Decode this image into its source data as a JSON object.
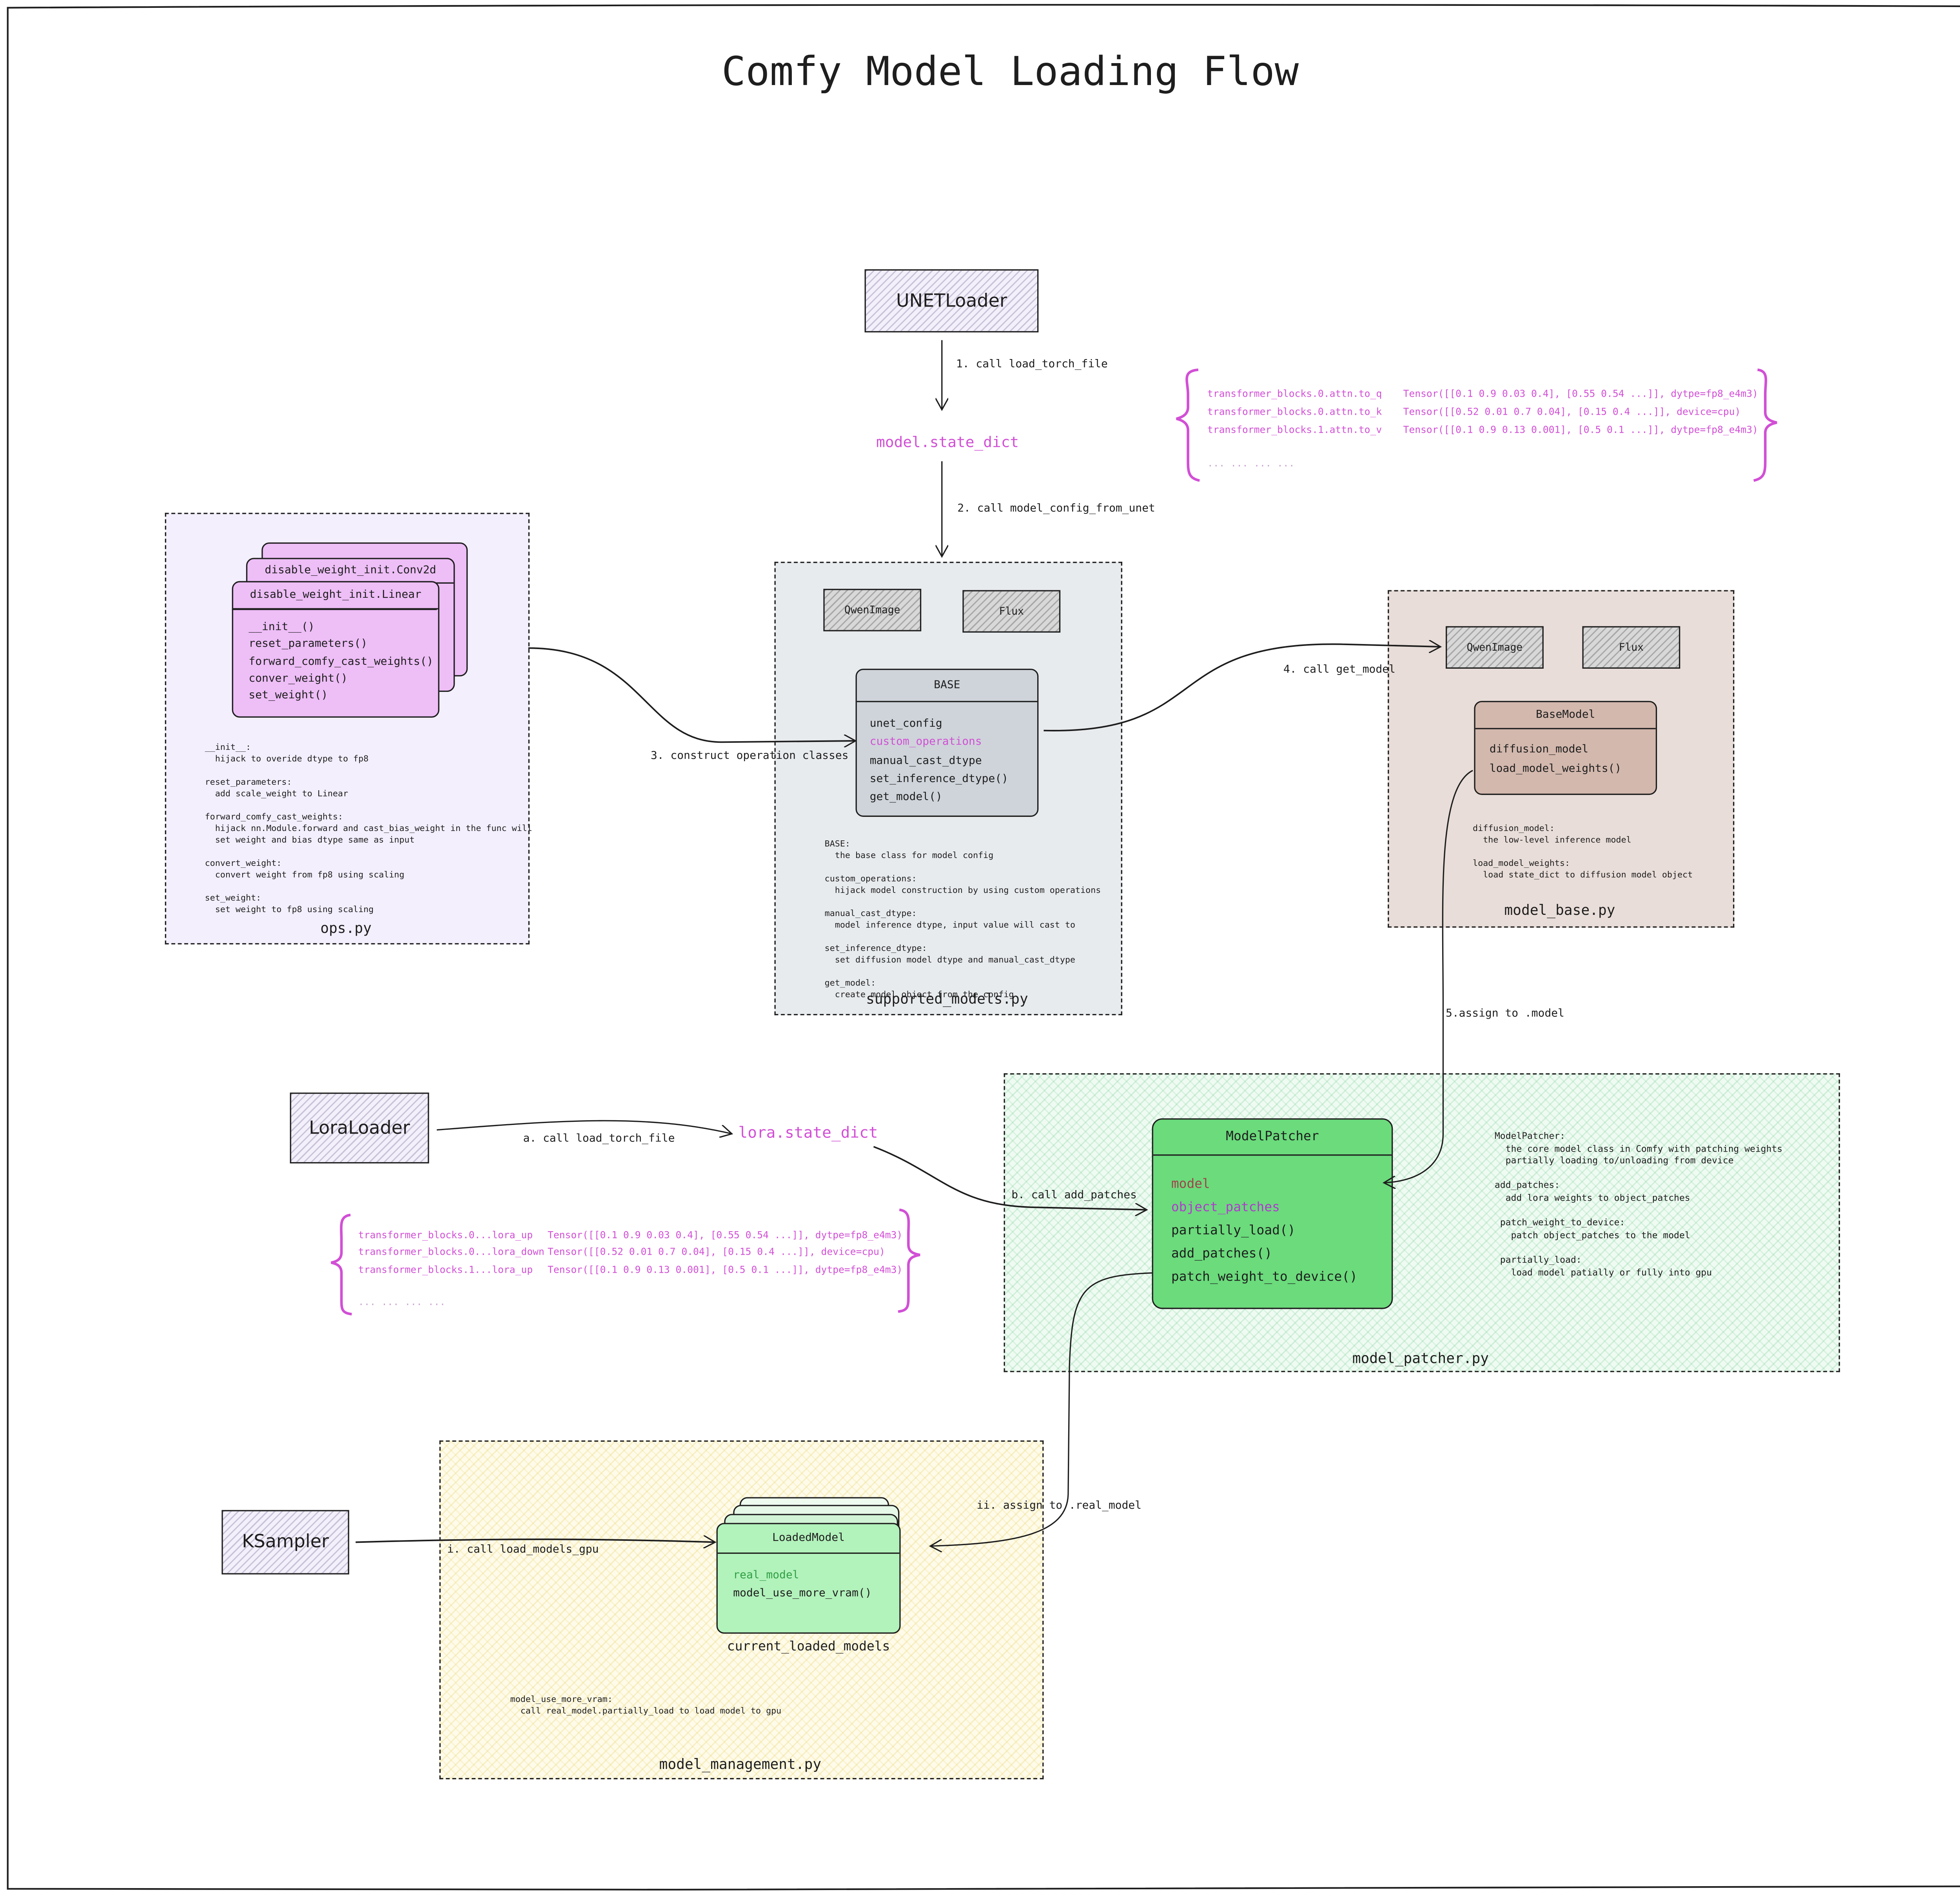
{
  "title": "Comfy Model Loading Flow",
  "loaders": {
    "unet": "UNETLoader",
    "lora": "LoraLoader",
    "ksampler": "KSampler"
  },
  "state_dicts": {
    "model": "model.state_dict",
    "lora": "lora.state_dict"
  },
  "arrows": {
    "step1": "1. call load_torch_file",
    "step2": "2. call model_config_from_unet",
    "step3": "3. construct operation classes",
    "step4": "4. call get_model",
    "step5": "5.assign to .model",
    "stepa": "a. call load_torch_file",
    "stepb": "b. call add_patches",
    "stepi": "i. call load_models_gpu",
    "stepii": "ii. assign to .real_model"
  },
  "model_state_dict_rows": [
    {
      "key": "transformer_blocks.0.attn.to_q",
      "value": "Tensor([[0.1 0.9 0.03 0.4], [0.55 0.54 ...]], dytpe=fp8_e4m3)"
    },
    {
      "key": "transformer_blocks.0.attn.to_k",
      "value": "Tensor([[0.52 0.01 0.7 0.04], [0.15 0.4 ...]], device=cpu)"
    },
    {
      "key": "transformer_blocks.1.attn.to_v",
      "value": "Tensor([[0.1 0.9 0.13 0.001], [0.5 0.1 ...]], dytpe=fp8_e4m3)"
    }
  ],
  "model_state_dict_ellipsis": "... ... ... ...",
  "lora_state_dict_rows": [
    {
      "key": "transformer_blocks.0...lora_up",
      "value": "Tensor([[0.1 0.9 0.03 0.4], [0.55 0.54 ...]], dytpe=fp8_e4m3)"
    },
    {
      "key": "transformer_blocks.0...lora_down",
      "value": "Tensor([[0.52 0.01 0.7 0.04], [0.15 0.4 ...]], device=cpu)"
    },
    {
      "key": "transformer_blocks.1...lora_up",
      "value": "Tensor([[0.1 0.9 0.13 0.001], [0.5 0.1 ...]], dytpe=fp8_e4m3)"
    }
  ],
  "lora_state_dict_ellipsis": "... ... ... ...",
  "ops": {
    "file": "ops.py",
    "card_back": "disable_weight_init.Conv2d",
    "card_front": "disable_weight_init.Linear",
    "methods": [
      "__init__()",
      "reset_parameters()",
      "forward_comfy_cast_weights()",
      "conver_weight()",
      "set_weight()"
    ],
    "notes": "__init__:\n  hijack to overide dtype to fp8\n\nreset_parameters:\n  add scale_weight to Linear\n\nforward_comfy_cast_weights:\n  hijack nn.Module.forward and cast_bias_weight in the func will\n  set weight and bias dtype same as input\n\nconvert_weight:\n  convert weight from fp8 using scaling\n\nset_weight:\n  set weight to fp8 using scaling"
  },
  "supported_models": {
    "file": "supported_models.py",
    "sub1": "QwenImage",
    "sub2": "Flux",
    "class_name": "BASE",
    "fields": [
      "unet_config",
      "custom_operations",
      "manual_cast_dtype",
      "set_inference_dtype()",
      "get_model()"
    ],
    "notes": "BASE:\n  the base class for model config\n\ncustom_operations:\n  hijack model construction by using custom operations\n\nmanual_cast_dtype:\n  model inference dtype, input value will cast to\n\nset_inference_dtype:\n  set diffusion model dtype and manual_cast_dtype\n\nget_model:\n  create model object from the config"
  },
  "model_base": {
    "file": "model_base.py",
    "sub1": "QwenImage",
    "sub2": "Flux",
    "class_name": "BaseModel",
    "fields": [
      "diffusion_model",
      "load_model_weights()"
    ],
    "notes": "diffusion_model:\n  the low-level inference model\n\nload_model_weights:\n  load state_dict to diffusion model object"
  },
  "model_patcher": {
    "file": "model_patcher.py",
    "class_name": "ModelPatcher",
    "fields": [
      "model",
      "object_patches",
      "partially_load()",
      "add_patches()",
      "patch_weight_to_device()"
    ],
    "notes": "ModelPatcher:\n  the core model class in Comfy with patching weights\n  partially loading to/unloading from device\n\nadd_patches:\n  add lora weights to object_patches\n\n patch_weight_to_device:\n   patch object_patches to the model\n\n partially_load:\n   load model patially or fully into gpu"
  },
  "model_management": {
    "file": "model_management.py",
    "class_name": "LoadedModel",
    "fields": [
      "real_model",
      "model_use_more_vram()"
    ],
    "list_label": "current_loaded_models",
    "notes": "model_use_more_vram:\n  call real_model.partially_load to load model to gpu"
  },
  "colors": {
    "magenta": "#d24fd6",
    "ops_bg": "#f3effd",
    "ops_card": "#eebef7",
    "supported_bg": "#e8ebee",
    "base_card": "#ced4da",
    "model_base_bg": "#e8ddd8",
    "basemodel_card": "#d3b8ad",
    "patcher_card": "#6bdb7c",
    "patcher_bg": "#ebfaf0",
    "management_bg": "#fdf9e3",
    "loadedmodel_card": "#b2f2bb",
    "model_field": "#a0434a",
    "real_model_field": "#2f9e44"
  }
}
